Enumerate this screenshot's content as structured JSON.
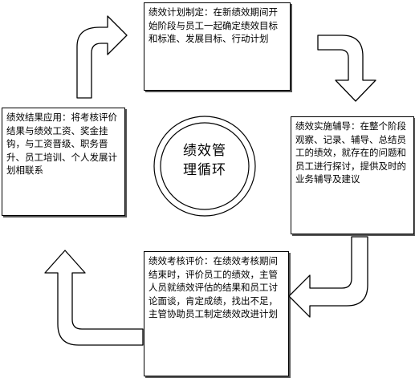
{
  "center": {
    "line1": "绩效管",
    "line2": "理循环"
  },
  "boxes": {
    "top": "绩效计划制定：在新绩效期间开始阶段与员工一起确定绩效目标和标准、发展目标、行动计划",
    "right": "绩效实施辅导：在整个阶段观察、记录、辅导、总结员工的绩效，就存在的问题和员工进行探讨，提供及时的业务辅导及建议",
    "bottom": "绩效考核评价：在绩效考核期间结束时，评价员工的绩效，主管人员就绩效评估的结果和员工讨论面谈，肯定成绩，找出不足，主管协助员工制定绩效改进计划",
    "left": "绩效结果应用：将考核评价结果与绩效工资、奖金挂钩，与工资晋级、职务晋升、员工培训、个人发展计划相联系"
  }
}
